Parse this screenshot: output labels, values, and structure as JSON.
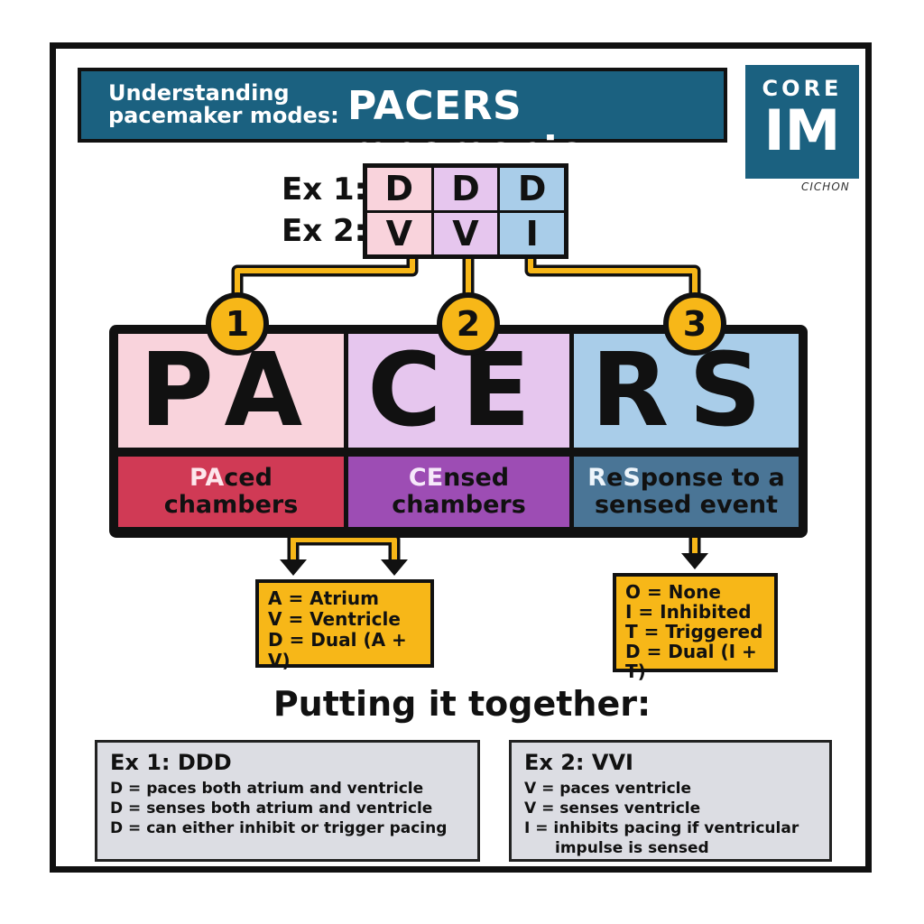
{
  "title": {
    "line1": "Understanding",
    "line2": "pacemaker modes:",
    "main": "PACERS mnemonic"
  },
  "logo": {
    "top": "CORE",
    "bottom": "IM",
    "signature": "CICHON"
  },
  "examples": {
    "ex1_label": "Ex 1:",
    "ex2_label": "Ex 2:",
    "ex1": [
      "D",
      "D",
      "D"
    ],
    "ex2": [
      "V",
      "V",
      "I"
    ]
  },
  "badges": [
    "1",
    "2",
    "3"
  ],
  "pacers": {
    "segments": [
      {
        "letters": "PA",
        "caption_hl": "PA",
        "caption_rest1": "ced",
        "caption_line2": "chambers"
      },
      {
        "letters": "CE",
        "caption_hl": "CE",
        "caption_rest1": "nsed",
        "caption_line2": "chambers"
      },
      {
        "letters": "RS",
        "caption_hl1": "R",
        "caption_mid": "e",
        "caption_hl2": "S",
        "caption_rest1": "ponse to a",
        "caption_line2": "sensed event"
      }
    ]
  },
  "paced_legend": [
    "A = Atrium",
    "V = Ventricle",
    "D = Dual (A + V)"
  ],
  "response_legend": [
    "O = None",
    "I = Inhibited",
    "T = Triggered",
    "D = Dual (I + T)"
  ],
  "together_heading": "Putting it together:",
  "ex1_box": {
    "title": "Ex 1: DDD",
    "lines": [
      "D = paces both atrium and ventricle",
      "D = senses both atrium and ventricle",
      "D = can either inhibit or trigger pacing"
    ]
  },
  "ex2_box": {
    "title": "Ex 2: VVI",
    "lines": [
      "V = paces ventricle",
      "V = senses ventricle",
      "I = inhibits pacing if ventricular",
      "impulse is sensed"
    ]
  },
  "colors": {
    "brand": "#1b6180",
    "pink": "#f9d3dc",
    "lavender": "#e6c6ee",
    "blue": "#a9cde9",
    "red": "#d03a55",
    "purple": "#9d4db4",
    "steel": "#4a7596",
    "yellow": "#f7b718",
    "grey": "#dcdde3"
  }
}
